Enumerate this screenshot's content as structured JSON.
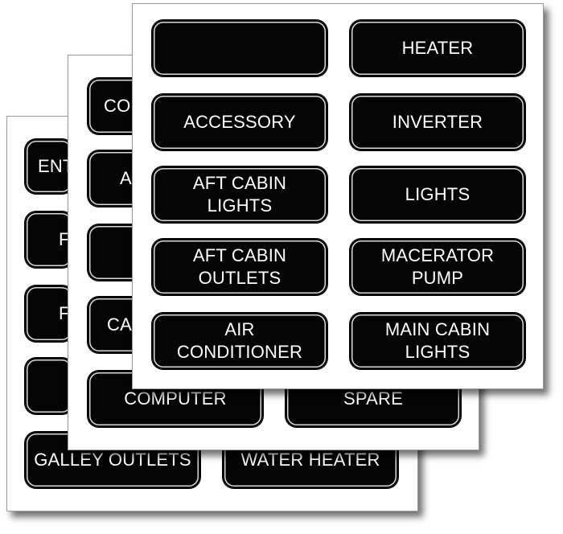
{
  "colors": {
    "label_background": "#050505",
    "label_text": "#ffffff",
    "label_inner_border": "#d9d9d9",
    "sheet": "#ffffff"
  },
  "back_sheet": {
    "labels": [
      "ENT",
      "F",
      "F",
      "",
      "GALLEY OUTLETS",
      "WATER HEATER"
    ]
  },
  "middle_sheet": {
    "labels": [
      "CO",
      "A",
      "",
      "CA",
      "COMPUTER",
      "SPARE"
    ]
  },
  "front_sheet": {
    "labels": [
      {
        "line1": "",
        "line2": ""
      },
      {
        "line1": "HEATER",
        "line2": ""
      },
      {
        "line1": "ACCESSORY",
        "line2": ""
      },
      {
        "line1": "INVERTER",
        "line2": ""
      },
      {
        "line1": "AFT CABIN",
        "line2": "LIGHTS"
      },
      {
        "line1": "LIGHTS",
        "line2": ""
      },
      {
        "line1": "AFT CABIN",
        "line2": "OUTLETS"
      },
      {
        "line1": "MACERATOR",
        "line2": "PUMP"
      },
      {
        "line1": "AIR",
        "line2": "CONDITIONER"
      },
      {
        "line1": "MAIN CABIN",
        "line2": "LIGHTS"
      }
    ]
  }
}
